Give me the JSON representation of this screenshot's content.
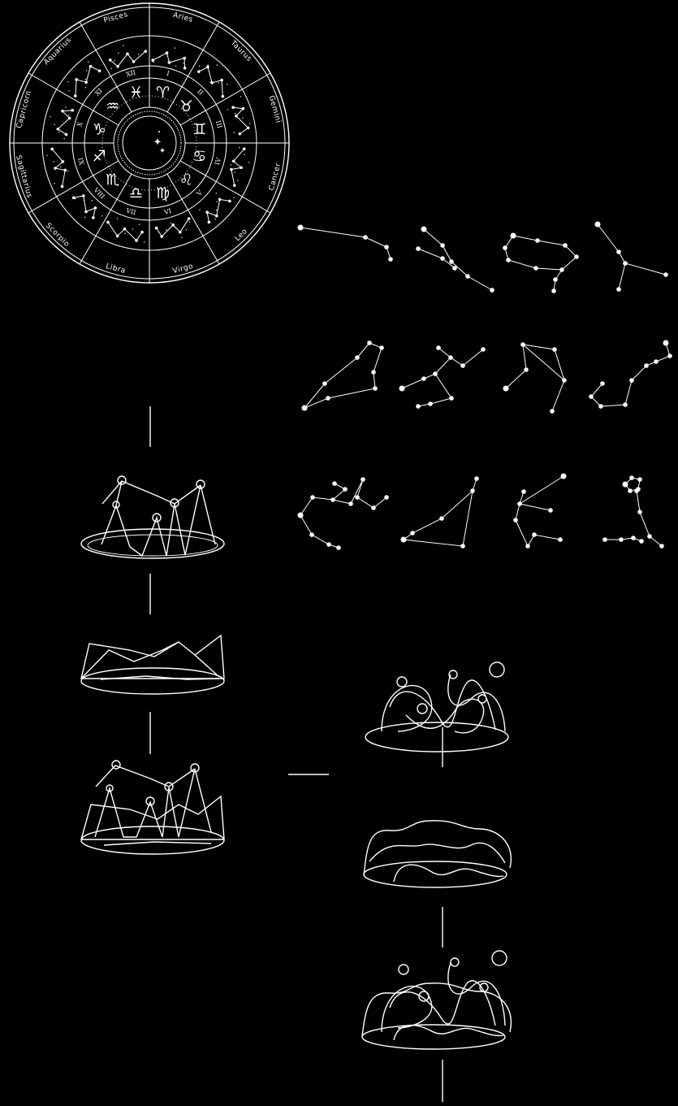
{
  "zodiac_wheel": {
    "signs": [
      {
        "name": "Aries",
        "glyph": "♈",
        "numeral": "I"
      },
      {
        "name": "Taurus",
        "glyph": "♉",
        "numeral": "II"
      },
      {
        "name": "Gemini",
        "glyph": "♊",
        "numeral": "III"
      },
      {
        "name": "Cancer",
        "glyph": "♋",
        "numeral": "IV"
      },
      {
        "name": "Leo",
        "glyph": "♌",
        "numeral": "V"
      },
      {
        "name": "Virgo",
        "glyph": "♍",
        "numeral": "VI"
      },
      {
        "name": "Libra",
        "glyph": "♎",
        "numeral": "VII"
      },
      {
        "name": "Scorpio",
        "glyph": "♏",
        "numeral": "VIII"
      },
      {
        "name": "Sagittarius",
        "glyph": "♐",
        "numeral": "IX"
      },
      {
        "name": "Capricorn",
        "glyph": "♑",
        "numeral": "X"
      },
      {
        "name": "Aquarius",
        "glyph": "♒",
        "numeral": "XI"
      },
      {
        "name": "Pisces",
        "glyph": "♓",
        "numeral": "XII"
      }
    ],
    "center_icon": "crescent-moon-icon"
  },
  "constellations": [
    "aries",
    "taurus",
    "gemini",
    "cancer",
    "leo",
    "virgo",
    "libra",
    "scorpio",
    "sagittarius",
    "capricorn",
    "aquarius",
    "pisces"
  ],
  "diagram": {
    "left_column": [
      "figure-mound",
      "mountain-mound",
      "combined-figure-mountain-mound"
    ],
    "right_column": [
      "curvy-figure-mound",
      "wavy-mound",
      "combined-curvy-mound"
    ]
  }
}
